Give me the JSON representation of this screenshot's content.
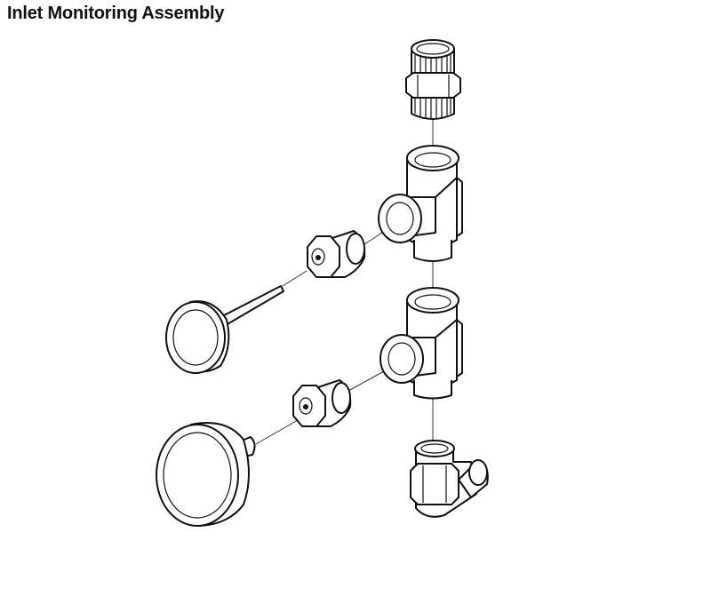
{
  "title": "Inlet Monitoring Assembly",
  "parts": [
    "hex-nipple",
    "tee-upper",
    "bushing-upper",
    "thermometer",
    "tee-lower",
    "bushing-lower",
    "pressure-gauge",
    "street-elbow"
  ],
  "colors": {
    "line": "#111111",
    "background": "#ffffff"
  }
}
